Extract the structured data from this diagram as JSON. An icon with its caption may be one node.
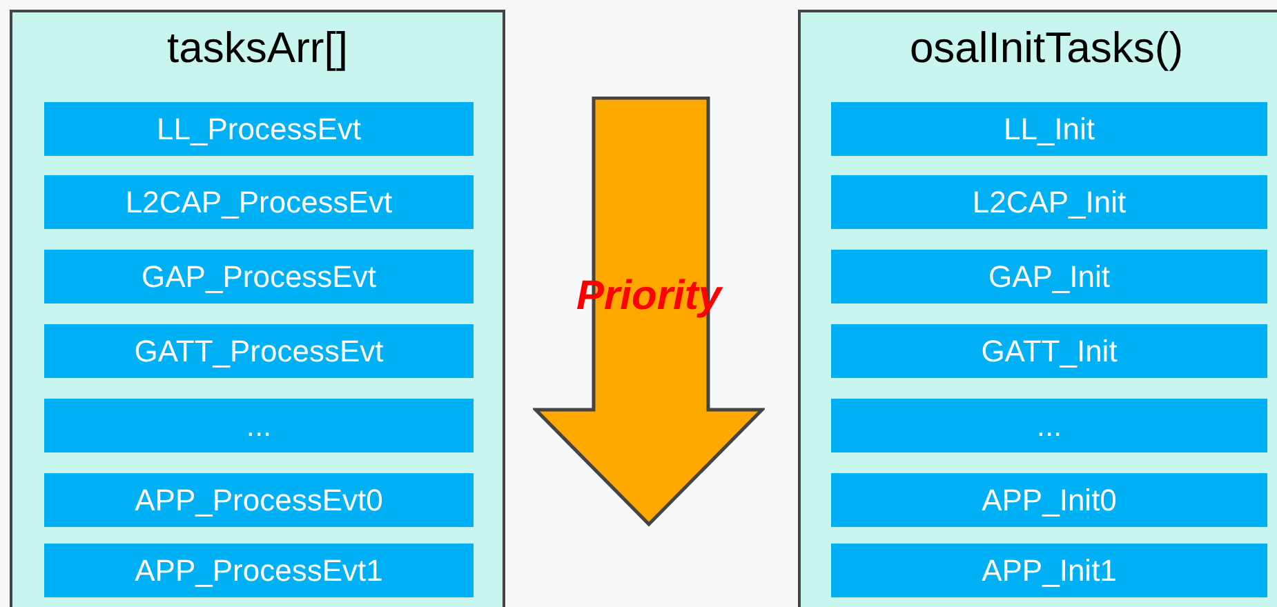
{
  "diagram": {
    "nodes": [
      {
        "text": [
          "tasksArr[]"
        ]
      },
      {
        "text": [
          "LL_ProcessEvt"
        ],
        "in": 0
      },
      {
        "text": [
          "L2CAP_ProcessEvt"
        ],
        "in": 0
      },
      {
        "text": [
          "GAP_ProcessEvt"
        ],
        "in": 0
      },
      {
        "text": [
          "GATT_ProcessEvt"
        ],
        "in": 0
      },
      {
        "text": [
          "..."
        ],
        "in": 0
      },
      {
        "text": [
          "APP_ProcessEvt0"
        ],
        "in": 0
      },
      {
        "text": [
          "APP_ProcessEvt1"
        ],
        "in": 0
      },
      {
        "text": [
          "Priority"
        ]
      },
      {
        "text": [
          "osalInitTasks()"
        ]
      },
      {
        "text": [
          "LL_Init"
        ],
        "in": 9
      },
      {
        "text": [
          "L2CAP_Init"
        ],
        "in": 9
      },
      {
        "text": [
          "GAP_Init"
        ],
        "in": 9
      },
      {
        "text": [
          "GATT_Init"
        ],
        "in": 9
      },
      {
        "text": [
          "..."
        ],
        "in": 9
      },
      {
        "text": [
          "APP_Init0"
        ],
        "in": 9
      },
      {
        "text": [
          "APP_Init1"
        ],
        "in": 9
      }
    ]
  }
}
